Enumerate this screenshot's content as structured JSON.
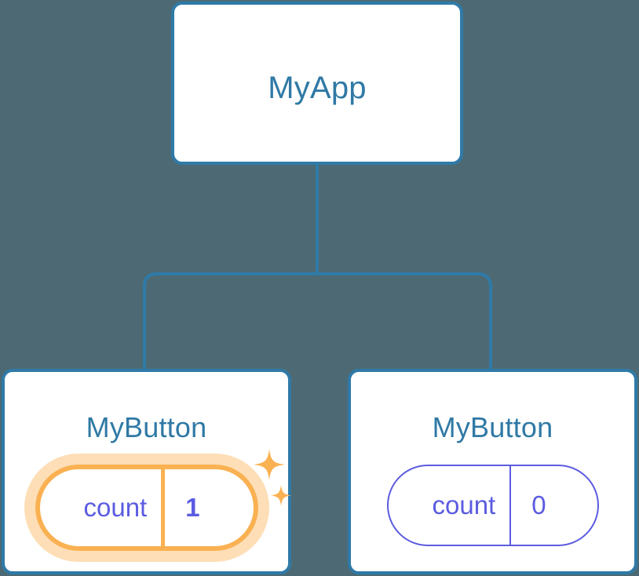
{
  "diagram": {
    "type": "component-tree",
    "background_color": "#4d6a74",
    "node_border_color": "#2f7aa8",
    "connector_color": "#2f7aa8",
    "title_color": "#2f79a5",
    "state_color": "#5b5ce0",
    "highlight_color": "#fab152",
    "highlight_glow_color": "#fbd9a6"
  },
  "root": {
    "title": "MyApp"
  },
  "children": [
    {
      "title": "MyButton",
      "state_key": "count",
      "state_value": "1",
      "highlighted": true,
      "sparkle_large": "sparkle-icon",
      "sparkle_small": "sparkle-icon"
    },
    {
      "title": "MyButton",
      "state_key": "count",
      "state_value": "0",
      "highlighted": false
    }
  ]
}
